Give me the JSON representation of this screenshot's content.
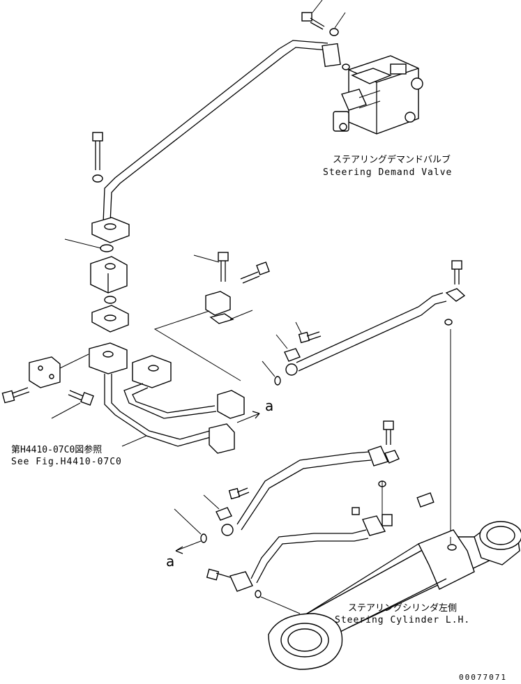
{
  "labels": {
    "demand_valve_jp": "ステアリングデマンドバルブ",
    "demand_valve_en": "Steering Demand Valve",
    "see_fig_jp": "第H4410-07C0図参照",
    "see_fig_en": "See Fig.H4410-07C0",
    "cylinder_jp": "ステアリングシリンダ左側",
    "cylinder_en": "Steering Cylinder L.H.",
    "mark_a_top": "a",
    "mark_a_bottom": "a",
    "ref_number": "00077071"
  }
}
